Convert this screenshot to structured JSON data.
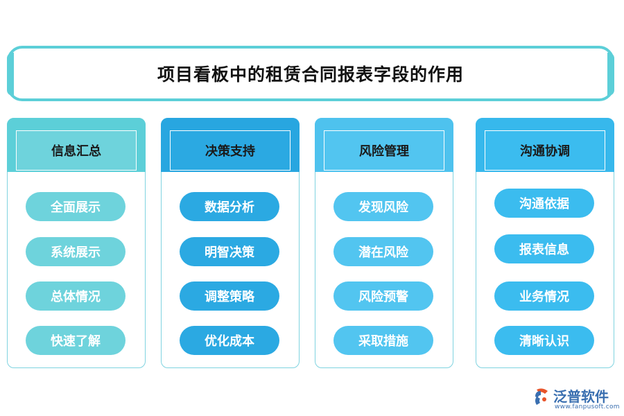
{
  "title": "项目看板中的租赁合同报表字段的作用",
  "columns": [
    {
      "header": "信息汇总",
      "items": [
        "全面展示",
        "系统展示",
        "总体情况",
        "快速了解"
      ],
      "head_color": "#5ccfd8",
      "label_color": "#6ed3dc",
      "pill_color": "#6ed3dc"
    },
    {
      "header": "决策支持",
      "items": [
        "数据分析",
        "明智决策",
        "调整策略",
        "优化成本"
      ],
      "head_color": "#28a6e0",
      "label_color": "#2ba9e2",
      "pill_color": "#2ba9e2"
    },
    {
      "header": "风险管理",
      "items": [
        "发现风险",
        "潜在风险",
        "风险预警",
        "采取措施"
      ],
      "head_color": "#4ec2ee",
      "label_color": "#52c5f0",
      "pill_color": "#52c5f0"
    },
    {
      "header": "沟通协调",
      "items": [
        "沟通依据",
        "报表信息",
        "业务情况",
        "清晰认识"
      ],
      "head_color": "#37b8ec",
      "label_color": "#3bbcef",
      "pill_color": "#3bbcef"
    }
  ],
  "logo": {
    "name": "泛普软件",
    "url": "www.fanpusoft.com"
  }
}
